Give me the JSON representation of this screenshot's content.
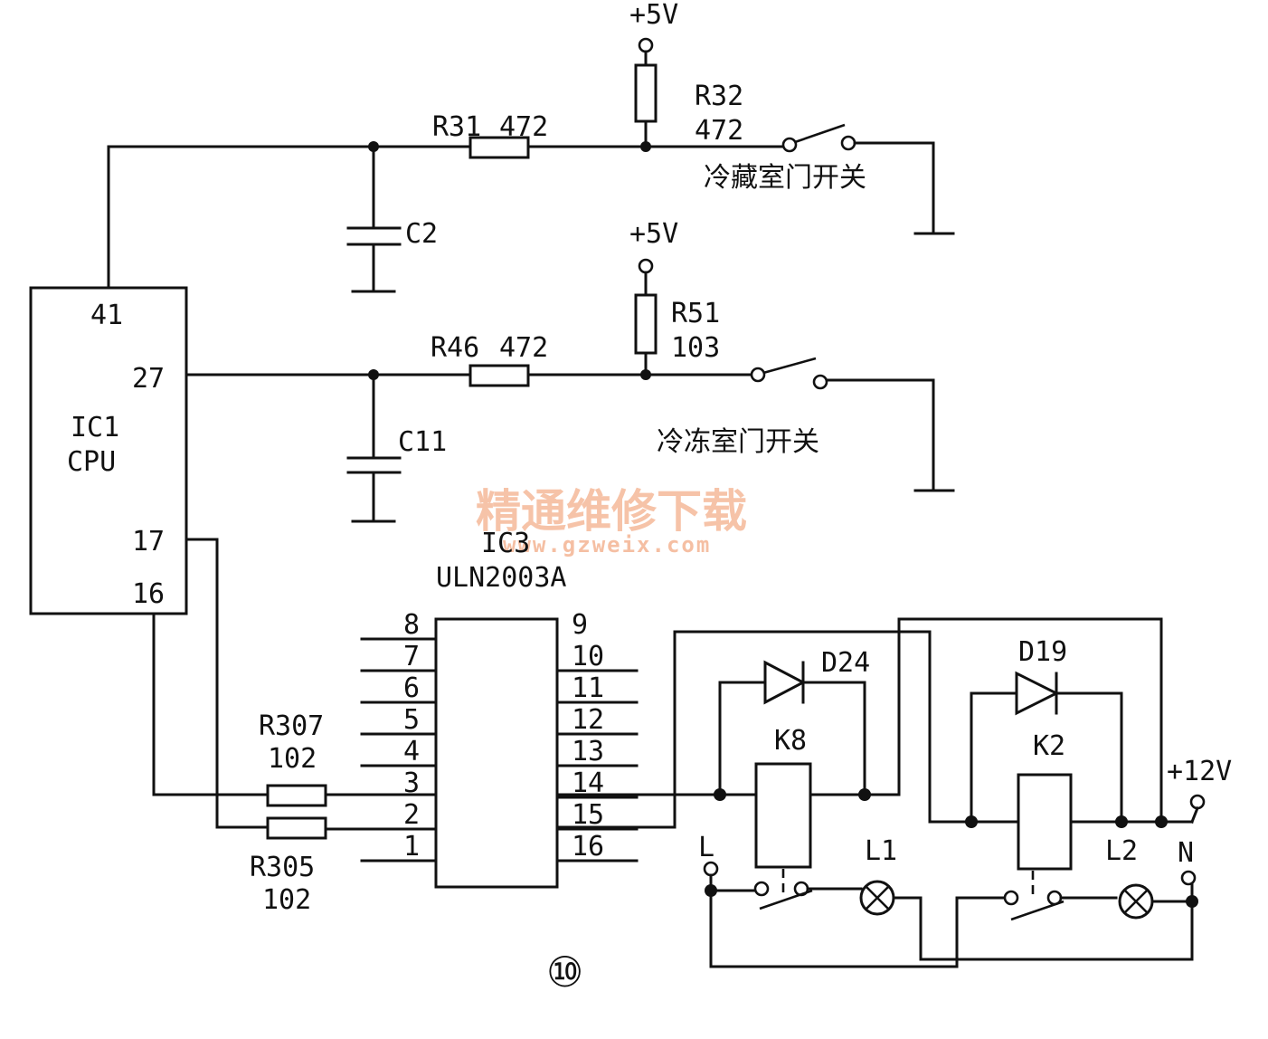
{
  "ic1": {
    "name": "IC1",
    "sub": "CPU",
    "pins": [
      "41",
      "27",
      "17",
      "16"
    ]
  },
  "supply": {
    "v5": "+5V",
    "v12": "+12V"
  },
  "r31": {
    "name": "R31",
    "value": "472"
  },
  "r32": {
    "name": "R32",
    "value": "472"
  },
  "r46": {
    "name": "R46",
    "value": "472"
  },
  "r51": {
    "name": "R51",
    "value": "103"
  },
  "c2": "C2",
  "c11": "C11",
  "switch1": "冷藏室门开关",
  "switch2": "冷冻室门开关",
  "ic3": {
    "name": "IC3",
    "part": "ULN2003A",
    "left_pins": [
      "8",
      "7",
      "6",
      "5",
      "4",
      "3",
      "2",
      "1"
    ],
    "right_pins": [
      "9",
      "10",
      "11",
      "12",
      "13",
      "14",
      "15",
      "16"
    ]
  },
  "r307": {
    "name": "R307",
    "value": "102"
  },
  "r305": {
    "name": "R305",
    "value": "102"
  },
  "d24": "D24",
  "d19": "D19",
  "k8": "K8",
  "k2": "K2",
  "l": "L",
  "n": "N",
  "l1": "L1",
  "l2": "L2",
  "figure_no": "⑩",
  "watermark": {
    "cn": "精通维修下载",
    "url": "www.gzweix.com"
  }
}
